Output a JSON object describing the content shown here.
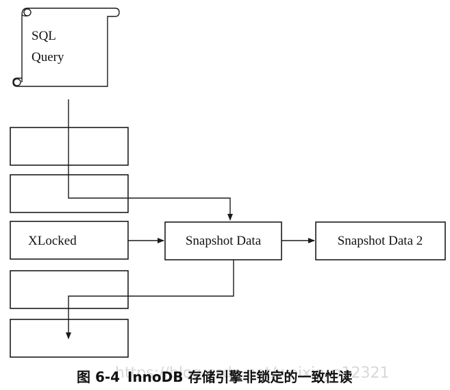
{
  "scroll": {
    "line1": "SQL",
    "line2": "Query"
  },
  "rows": {
    "row3_label": "XLocked"
  },
  "nodes": {
    "snapshot_1": "Snapshot Data",
    "snapshot_2": "Snapshot Data 2"
  },
  "caption": {
    "figure_no": "图 6-4",
    "text": "InnoDB 存储引擎非锁定的一致性读"
  },
  "watermark": {
    "text": "https://blog.csdn.net/weixin_o12321"
  }
}
